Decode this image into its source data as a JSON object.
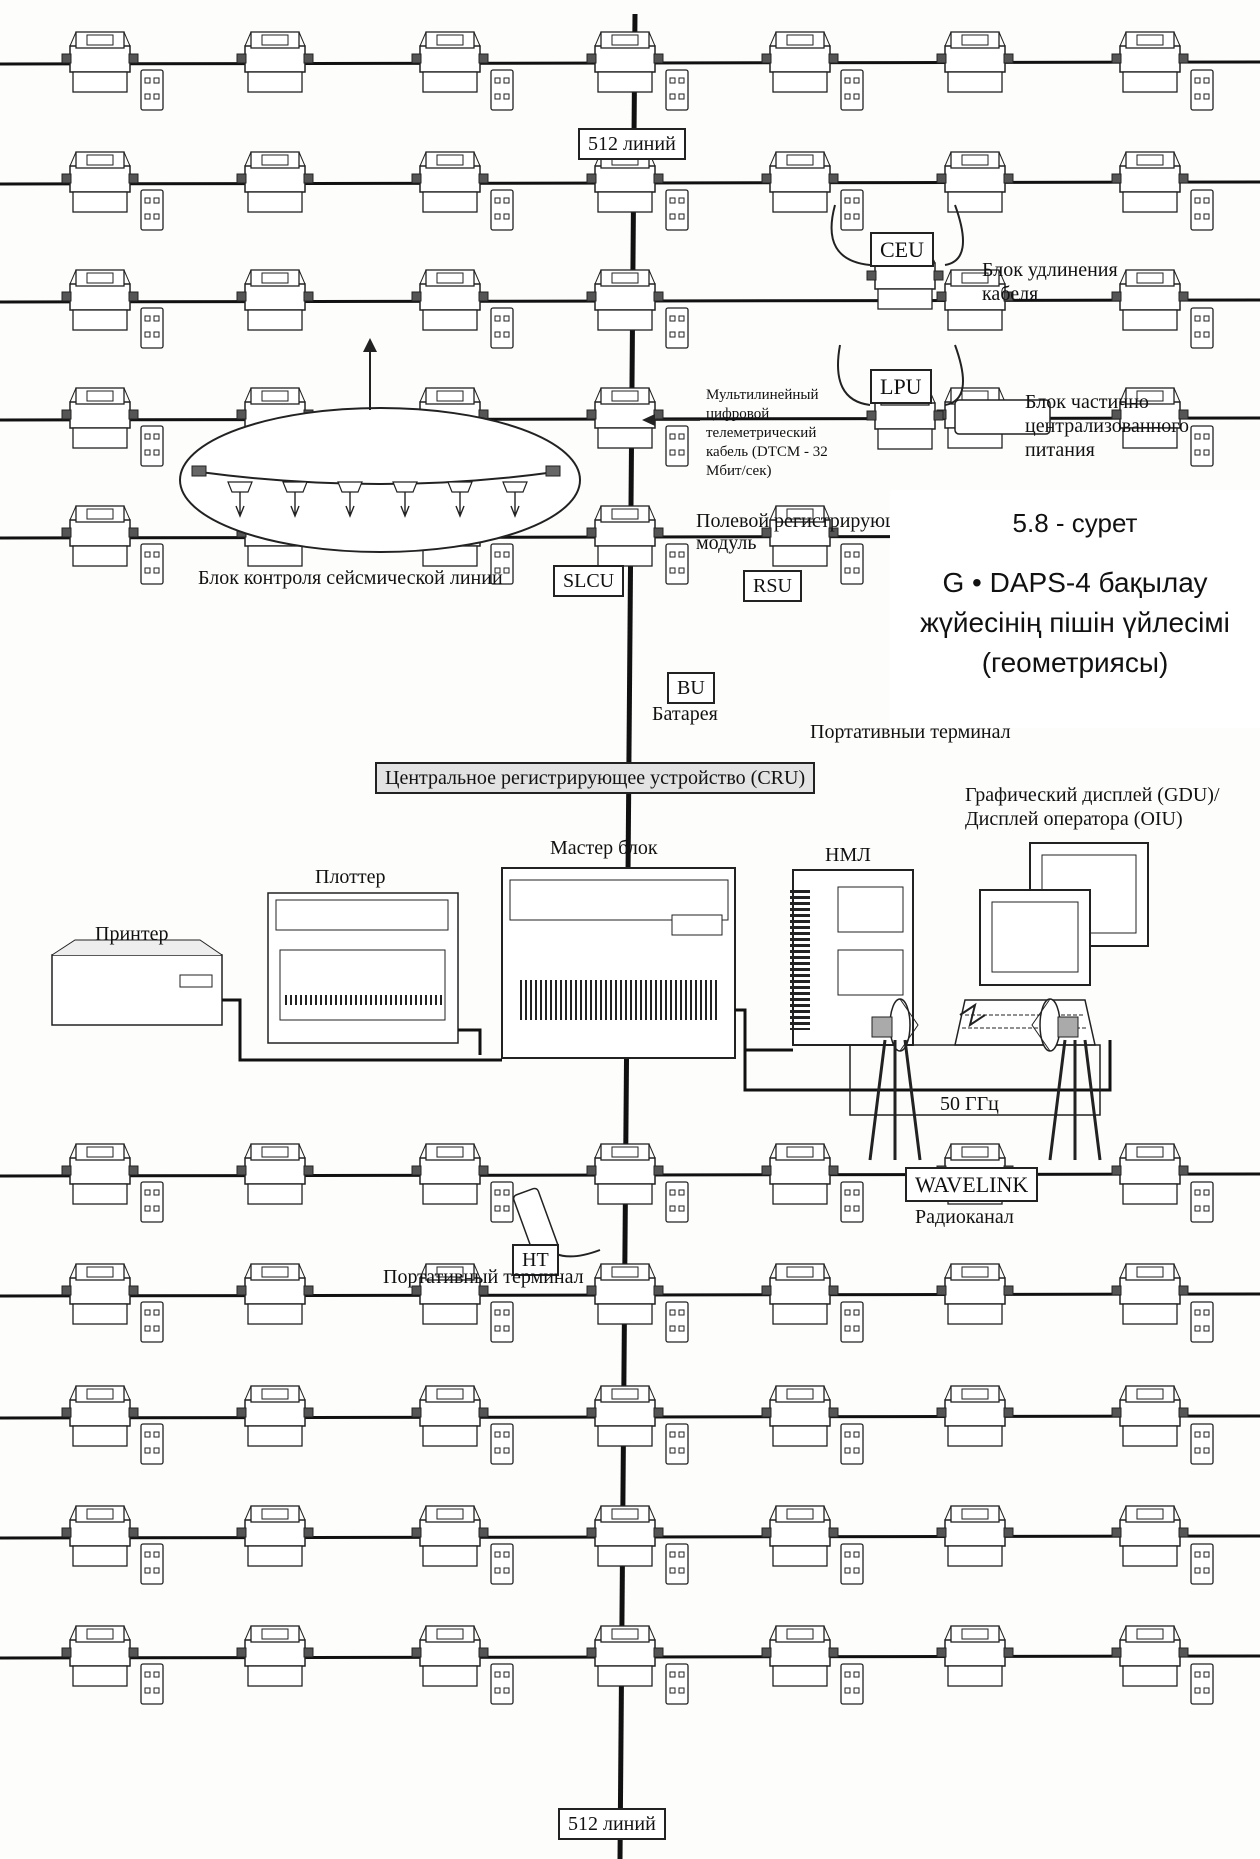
{
  "labels": {
    "lines_top": "512 линий",
    "lines_bottom": "512 линий",
    "ceu": "CEU",
    "ceu_desc": "Блок удлинения\nкабеля",
    "lpu": "LPU",
    "lpu_desc": "Блок частично\nцентрализованного\nпитания",
    "dtcm": "Мультилинейный\nцифровой\nтелеметрический\nкабель (DTCM - 32\nМбит/сек)",
    "slcu_desc": "Блок контроля сейсмической линии",
    "slcu": "SLCU",
    "rsu_desc": "Полевой регистрирующ\nмодуль",
    "rsu": "RSU",
    "bu": "BU",
    "bu_desc": "Батарея",
    "portable_top": "Портативныи терминал",
    "cru": "Центральное регистрирующее устройство (CRU)",
    "display": "Графический дисплей (GDU)/\nДисплей оператора (OIU)",
    "master": "Мастер блок",
    "nml": "НМЛ",
    "plotter": "Плоттер",
    "printer": "Принтер",
    "freq": "50 ГГц",
    "wavelink": "WAVELINK",
    "radio": "Радиоканал",
    "ht": "HT",
    "portable_bottom": "Портативный терминал"
  },
  "caption": {
    "title": "5.8 - сурет",
    "body": "G • DAPS-4  бақылау жүйесінің пішін үйлесімі (геометриясы)"
  },
  "icons": [
    "field-unit-icon",
    "battery-icon",
    "geophone-icon",
    "printer-icon",
    "plotter-icon",
    "master-unit-icon",
    "tape-drive-icon",
    "monitor-icon",
    "keyboard-icon",
    "antenna-icon",
    "handheld-terminal-icon"
  ],
  "colors": {
    "line": "#111111",
    "cru_fill": "#e3e3e3",
    "caption_bg": "#ffffff"
  }
}
